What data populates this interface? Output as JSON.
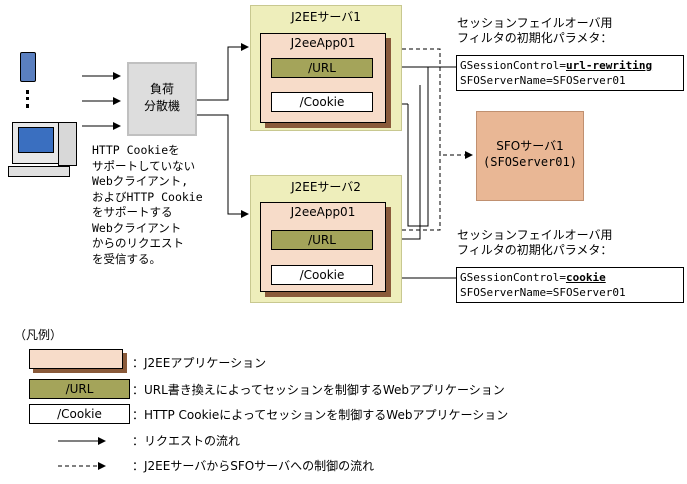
{
  "load_balancer": {
    "line1": "負荷",
    "line2": "分散機"
  },
  "client_note": [
    "HTTP Cookieを",
    "サポートしていない",
    "Webクライアント,",
    "およびHTTP Cookie",
    "をサポートする",
    "Webクライアント",
    "からのリクエスト",
    "を受信する。"
  ],
  "server1": {
    "title": "J2EEサーバ1",
    "app": "J2eeApp01",
    "url": "/URL",
    "cookie": "/Cookie"
  },
  "server2": {
    "title": "J2EEサーバ2",
    "app": "J2eeApp01",
    "url": "/URL",
    "cookie": "/Cookie"
  },
  "sfo": {
    "line1": "SFOサーバ1",
    "line2": "(SFOServer01)"
  },
  "filter1": {
    "heading1": "セッションフェイルオーバ用",
    "heading2": "フィルタの初期化パラメタ：",
    "param_name": "GSessionControl=",
    "param_value": "url-rewriting",
    "server_line": "SFOServerName=SFOServer01"
  },
  "filter2": {
    "heading1": "セッションフェイルオーバ用",
    "heading2": "フィルタの初期化パラメタ：",
    "param_name": "GSessionControl=",
    "param_value": "cookie",
    "server_line": "SFOServerName=SFOServer01"
  },
  "legend": {
    "title": "（凡例）",
    "items": [
      {
        "sample": "",
        "text": "：J2EEアプリケーション"
      },
      {
        "sample": "/URL",
        "text": "：URL書き換えによってセッションを制御するWebアプリケーション"
      },
      {
        "sample": "/Cookie",
        "text": "：HTTP Cookieによってセッションを制御するWebアプリケーション"
      },
      {
        "sample": "",
        "text": "：リクエストの流れ"
      },
      {
        "sample": "",
        "text": "：J2EEサーバからSFOサーバへの制御の流れ"
      }
    ]
  },
  "colors": {
    "server_bg": "#eeeebb",
    "app_bg": "#f7dcc9",
    "url_bg": "#a4a45a",
    "sfo_bg": "#e9b795",
    "lb_bg": "#dddddd"
  }
}
